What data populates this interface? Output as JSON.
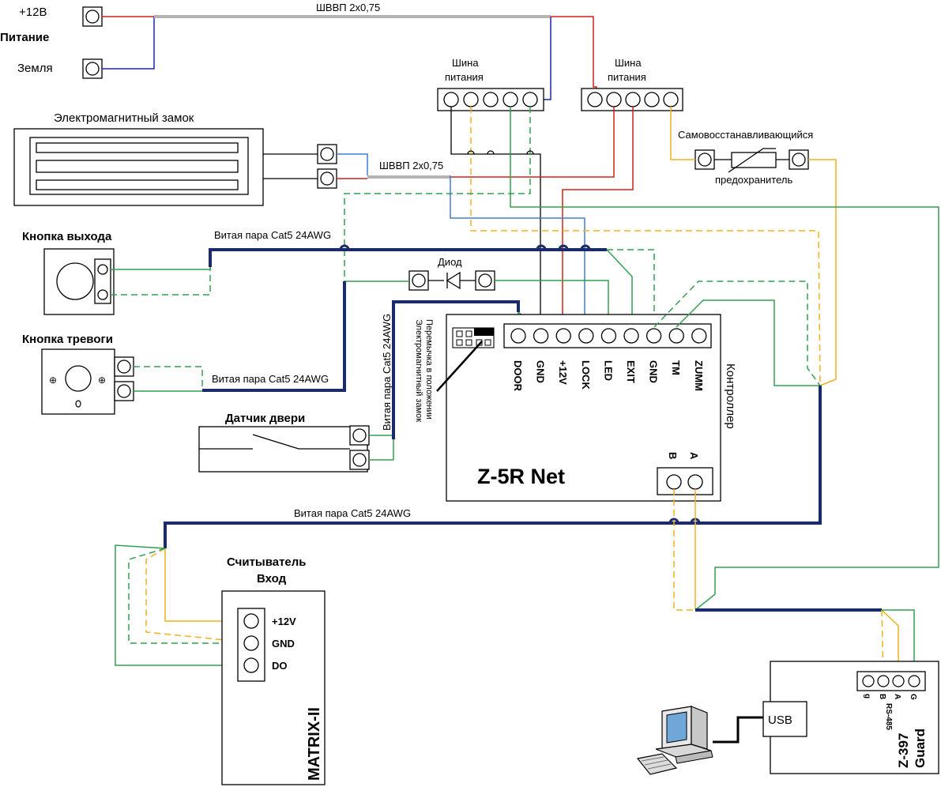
{
  "power": {
    "plus": "+12В",
    "title": "Питание",
    "ground": "Земля"
  },
  "cables": {
    "shvvp_top": "ШВВП 2х0,75",
    "shvvp_lock": "ШВВП 2х0,75",
    "tp_exit": "Витая пара Cat5 24AWG",
    "tp_alarm": "Витая пара Cat5 24AWG",
    "tp_door": "Витая пара Cat5 24AWG",
    "tp_reader": "Витая пара Cat5 24AWG"
  },
  "bus": {
    "label1": "Шина",
    "label2": "питания"
  },
  "bus2": {
    "label1": "Шина",
    "label2": "питания"
  },
  "fuse": {
    "label1": "Самовосстанавливающийся",
    "label2": "предохранитель"
  },
  "lock": {
    "title": "Электромагнитный замок"
  },
  "exit_button": {
    "title": "Кнопка выхода"
  },
  "alarm_button": {
    "title": "Кнопка тревоги"
  },
  "door_sensor": {
    "title": "Датчик двери"
  },
  "diode": {
    "label": "Диод"
  },
  "jumper": {
    "line1": "Перемычка в положении",
    "line2": "Электромагнитный замок"
  },
  "controller": {
    "name": "Z-5R Net",
    "label": "Контроллер",
    "pins": [
      "DOOR",
      "GND",
      "+12V",
      "LOCK",
      "LED",
      "EXIT",
      "GND",
      "TM",
      "ZUMM"
    ],
    "rs_b": "B",
    "rs_a": "A"
  },
  "reader": {
    "title1": "Считыватель",
    "title2": "Вход",
    "model": "MATRIX-II",
    "pins": [
      "+12V",
      "GND",
      "DO"
    ]
  },
  "guard": {
    "model1": "Z-397",
    "model2": "Guard",
    "usb": "USB",
    "pins": [
      "g",
      "B",
      "A",
      "G"
    ],
    "rs": "RS-485"
  }
}
